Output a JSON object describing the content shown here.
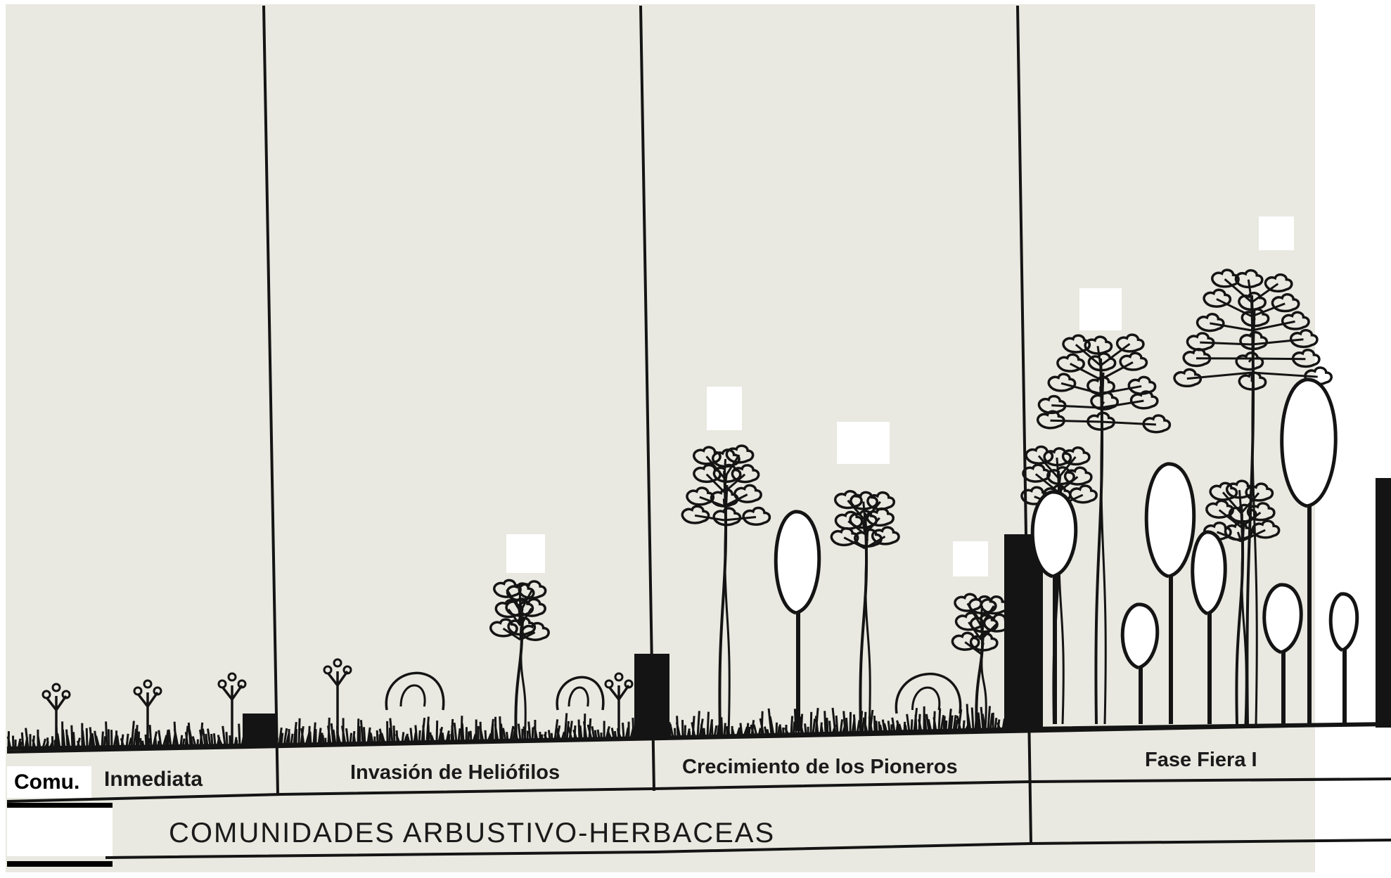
{
  "diagram": {
    "paper_color": "#e9e9e1",
    "ink_color": "#141414",
    "phases": [
      {
        "label": "Inmediata"
      },
      {
        "label": "Invasión de Heliófilos"
      },
      {
        "label": "Crecimiento de los Pioneros"
      },
      {
        "label": "Fase Fiera I"
      }
    ],
    "corner_label": "Comu.",
    "band_label": "COMUNIDADES ARBUSTIVO-HERBACEAS"
  }
}
